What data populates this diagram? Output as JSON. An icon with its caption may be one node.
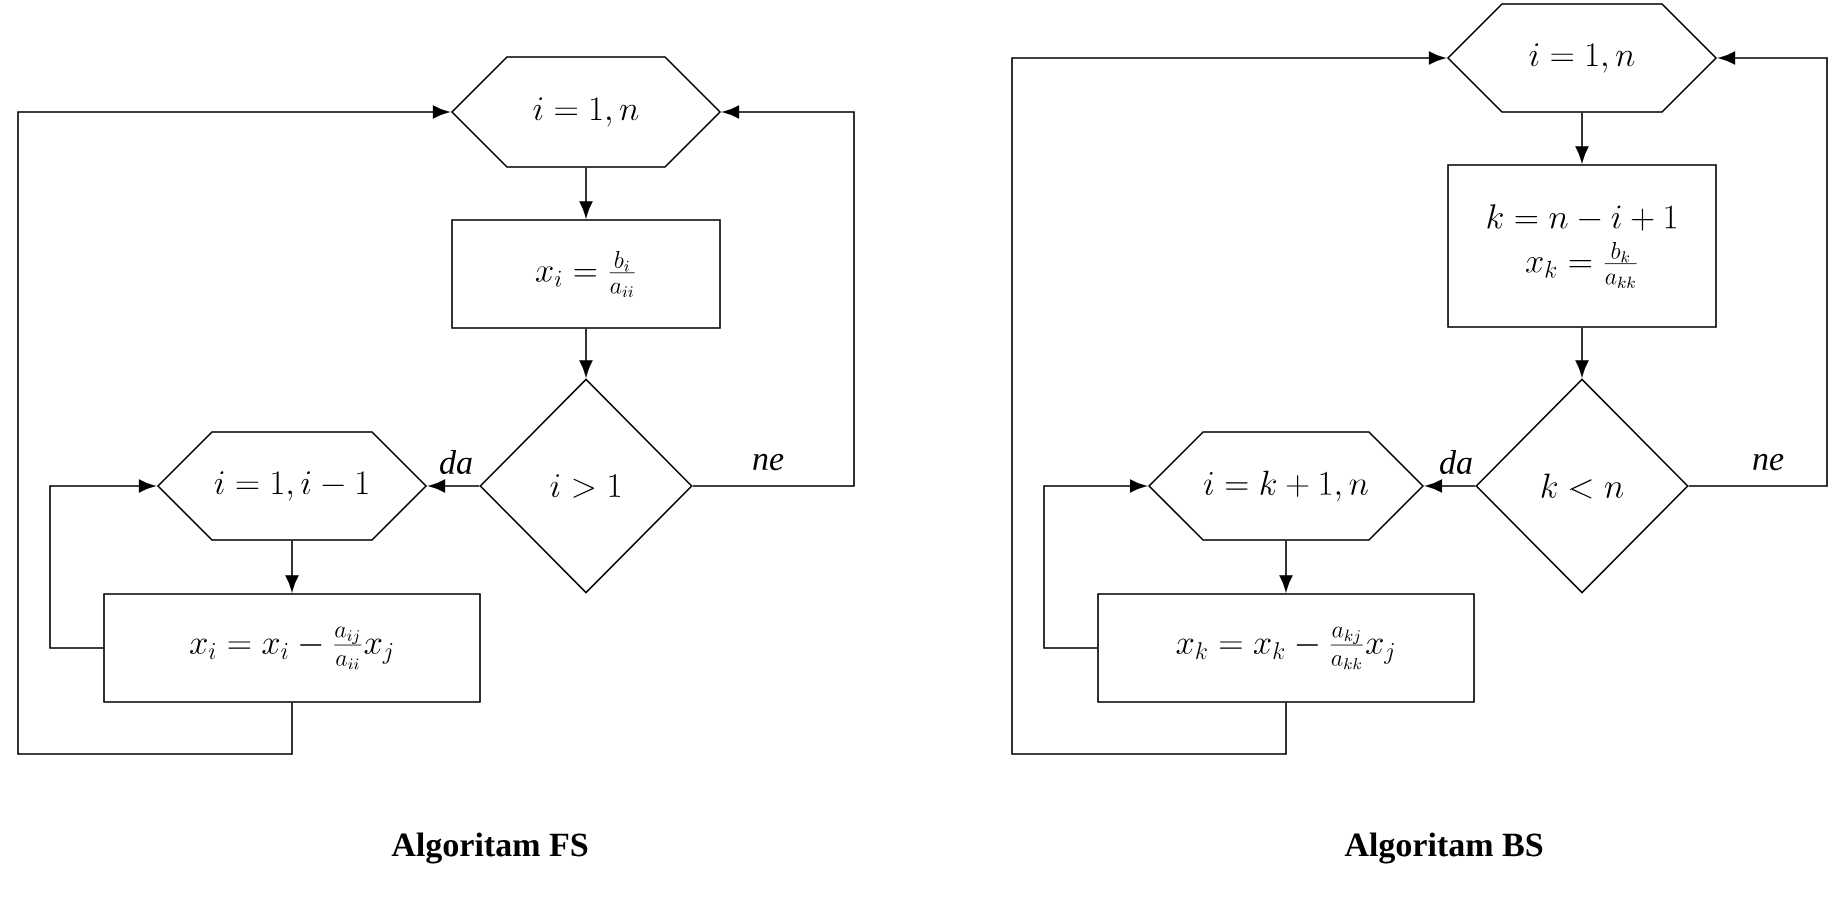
{
  "diagram": {
    "nodes": [
      {
        "text": [
          "i = 1, n"
        ]
      },
      {
        "text": [
          "x_i = \\frac{b_i}{a_{ii}}"
        ]
      },
      {
        "text": [
          "i > 1"
        ]
      },
      {
        "text": [
          "i = 1, i - 1"
        ]
      },
      {
        "text": [
          "x_i = x_i - \\frac{a_{ij}}{a_{ii}} x_j"
        ]
      },
      {
        "text": [
          "i = 1, n"
        ]
      },
      {
        "text": [
          "k = n - i + 1",
          "x_k = \\frac{b_k}{a_{kk}}"
        ]
      },
      {
        "text": [
          "k < n"
        ]
      },
      {
        "text": [
          "i = k + 1, n"
        ]
      },
      {
        "text": [
          "x_k = x_k - \\frac{a_{kj}}{a_{kk}} x_j"
        ]
      }
    ],
    "edges": [
      {
        "from": 0,
        "to": 1,
        "arrow": "to"
      },
      {
        "from": 1,
        "to": 2,
        "arrow": "to"
      },
      {
        "from": 2,
        "to": 3,
        "arrow": "to",
        "label": "da"
      },
      {
        "from": 2,
        "to": 0,
        "arrow": "to",
        "label": "ne"
      },
      {
        "from": 3,
        "to": 4,
        "arrow": "to"
      },
      {
        "from": 4,
        "to": 3,
        "arrow": "to"
      },
      {
        "from": 4,
        "to": 0,
        "arrow": "to"
      },
      {
        "from": 5,
        "to": 6,
        "arrow": "to"
      },
      {
        "from": 6,
        "to": 7,
        "arrow": "to"
      },
      {
        "from": 7,
        "to": 8,
        "arrow": "to",
        "label": "da"
      },
      {
        "from": 7,
        "to": 5,
        "arrow": "to",
        "label": "ne"
      },
      {
        "from": 8,
        "to": 9,
        "arrow": "to"
      },
      {
        "from": 9,
        "to": 8,
        "arrow": "to"
      },
      {
        "from": 9,
        "to": 5,
        "arrow": "to"
      }
    ],
    "labels": [
      "Algoritam FS",
      "Algoritam BS"
    ]
  }
}
